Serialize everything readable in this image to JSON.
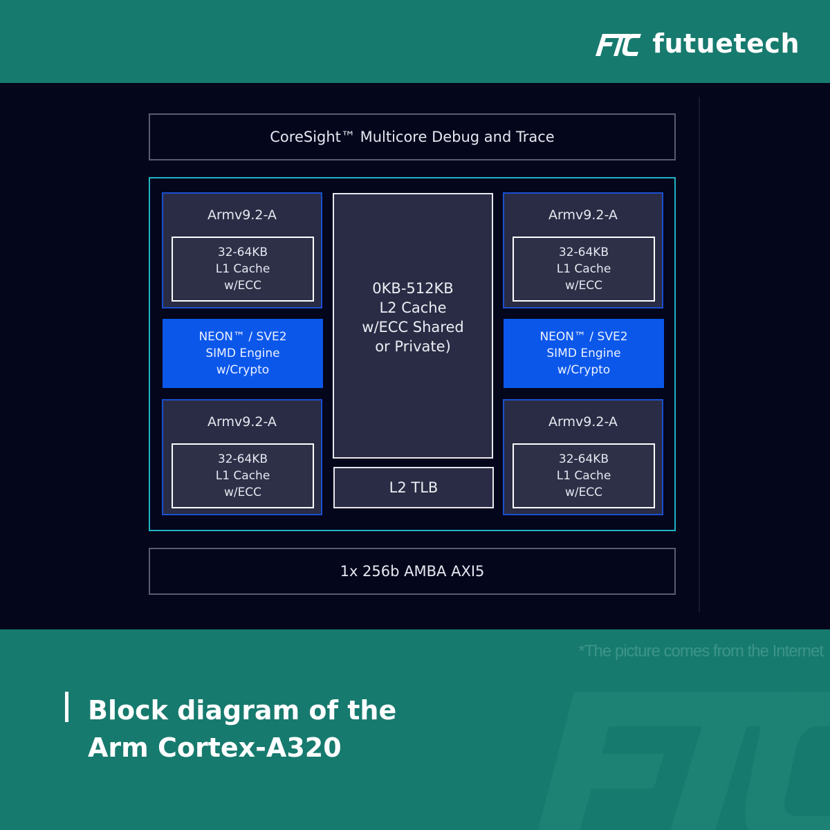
{
  "brand": {
    "name": "futuetech",
    "logo_icon": "ftc-logo-icon"
  },
  "diagram": {
    "coresight": "CoreSight™ Multicore Debug and Trace",
    "cores": [
      {
        "title": "Armv9.2-A",
        "l1": [
          "32-64KB",
          "L1 Cache",
          "w/ECC"
        ]
      },
      {
        "title": "Armv9.2-A",
        "l1": [
          "32-64KB",
          "L1 Cache",
          "w/ECC"
        ]
      },
      {
        "title": "Armv9.2-A",
        "l1": [
          "32-64KB",
          "L1 Cache",
          "w/ECC"
        ]
      },
      {
        "title": "Armv9.2-A",
        "l1": [
          "32-64KB",
          "L1 Cache",
          "w/ECC"
        ]
      }
    ],
    "simd": [
      {
        "lines": [
          "NEON™ / SVE2",
          "SIMD Engine",
          "w/Crypto"
        ]
      },
      {
        "lines": [
          "NEON™ / SVE2",
          "SIMD Engine",
          "w/Crypto"
        ]
      }
    ],
    "l2_cache": [
      "0KB-512KB",
      "L2 Cache",
      "w/ECC Shared",
      "or Private)"
    ],
    "l2_tlb": "L2 TLB",
    "bus": "1x 256b AMBA AXI5",
    "colors": {
      "cluster_border": "#21b3c4",
      "simd_fill": "#0b57ea",
      "core_border": "#1a4fd0",
      "band": "#177a6e"
    }
  },
  "footer": {
    "source_note": "*The picture comes from the Internet",
    "caption_line1": "Block diagram of the",
    "caption_line2": "Arm Cortex-A320"
  }
}
